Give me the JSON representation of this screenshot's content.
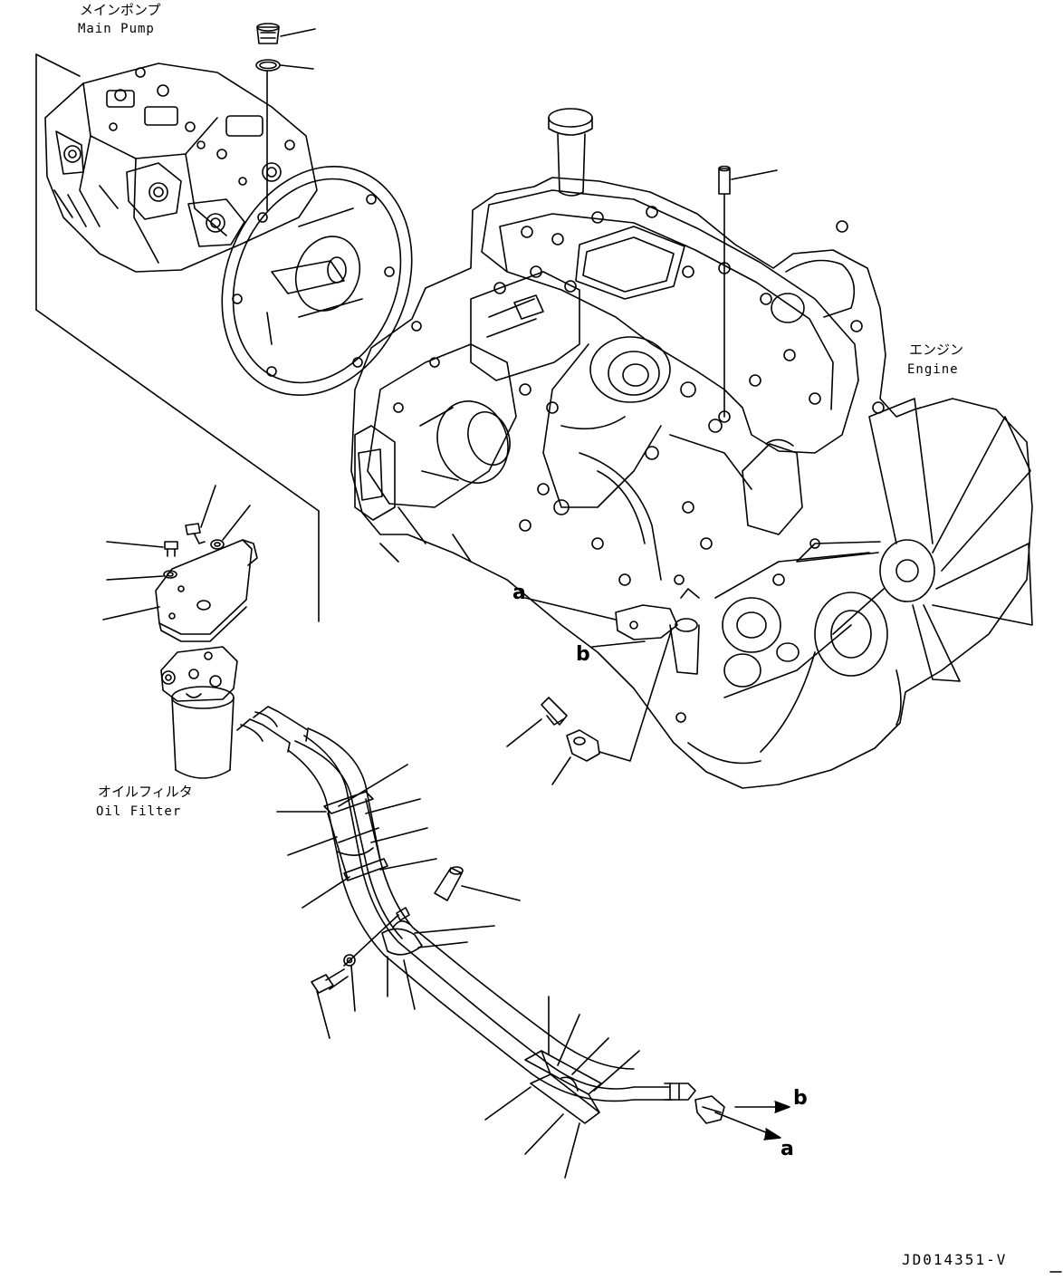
{
  "labels": {
    "main_pump_jp": "メインポンプ",
    "main_pump_en": "Main Pump",
    "engine_jp": "エンジン",
    "engine_en": "Engine",
    "oil_filter_jp": "オイルフィルタ",
    "oil_filter_en": "Oil Filter"
  },
  "markers": {
    "a_upper": "a",
    "b_upper": "b",
    "b_lower": "b",
    "a_lower": "a"
  },
  "drawing_code": "JD014351-V"
}
